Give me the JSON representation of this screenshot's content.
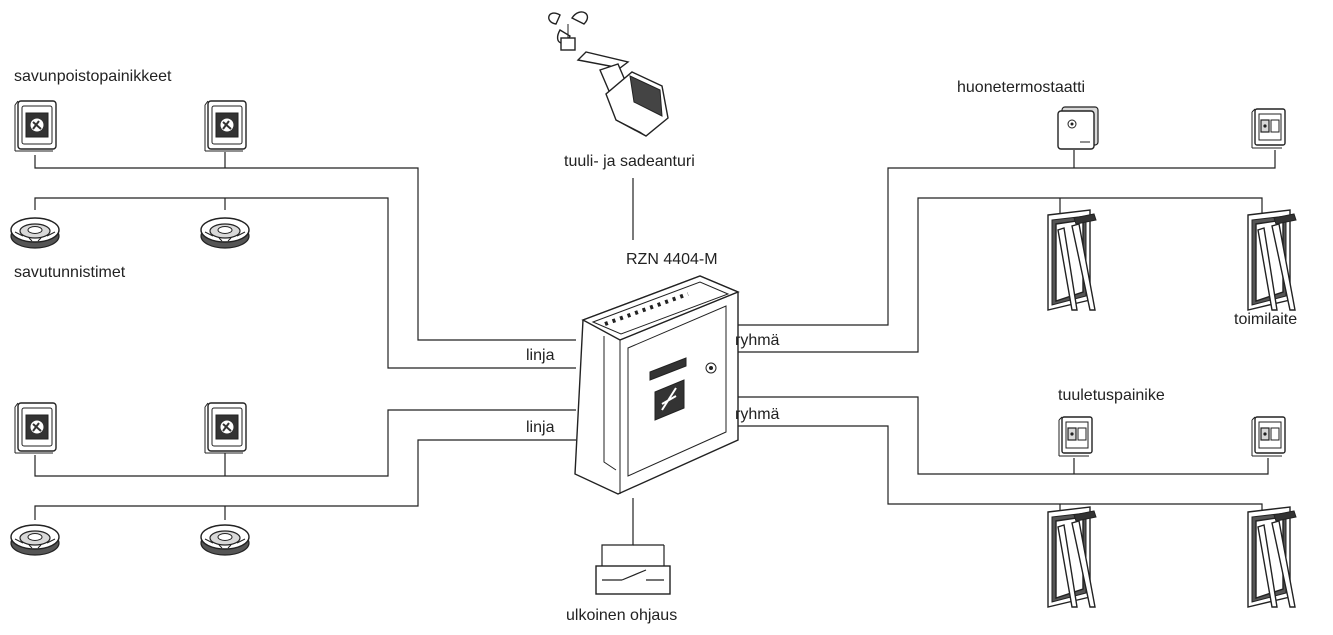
{
  "diagram": {
    "labels": {
      "smoke_buttons": "savunpoistopainikkeet",
      "smoke_detectors": "savutunnistimet",
      "weather_sensor": "tuuli- ja sadeanturi",
      "controller": "RZN 4404-M",
      "line_1": "linja",
      "line_2": "linja",
      "group_1": "ryhmä",
      "group_2": "ryhmä",
      "thermostat": "huonetermostaatti",
      "actuator": "toimilaite",
      "vent_button": "tuuletuspainike",
      "external_control": "ulkoinen ohjaus"
    },
    "icons": [
      "smoke-button-icon",
      "smoke-detector-icon",
      "wind-rain-sensor-icon",
      "control-panel-icon",
      "room-thermostat-icon",
      "vent-switch-icon",
      "window-actuator-icon",
      "external-switch-icon"
    ]
  }
}
